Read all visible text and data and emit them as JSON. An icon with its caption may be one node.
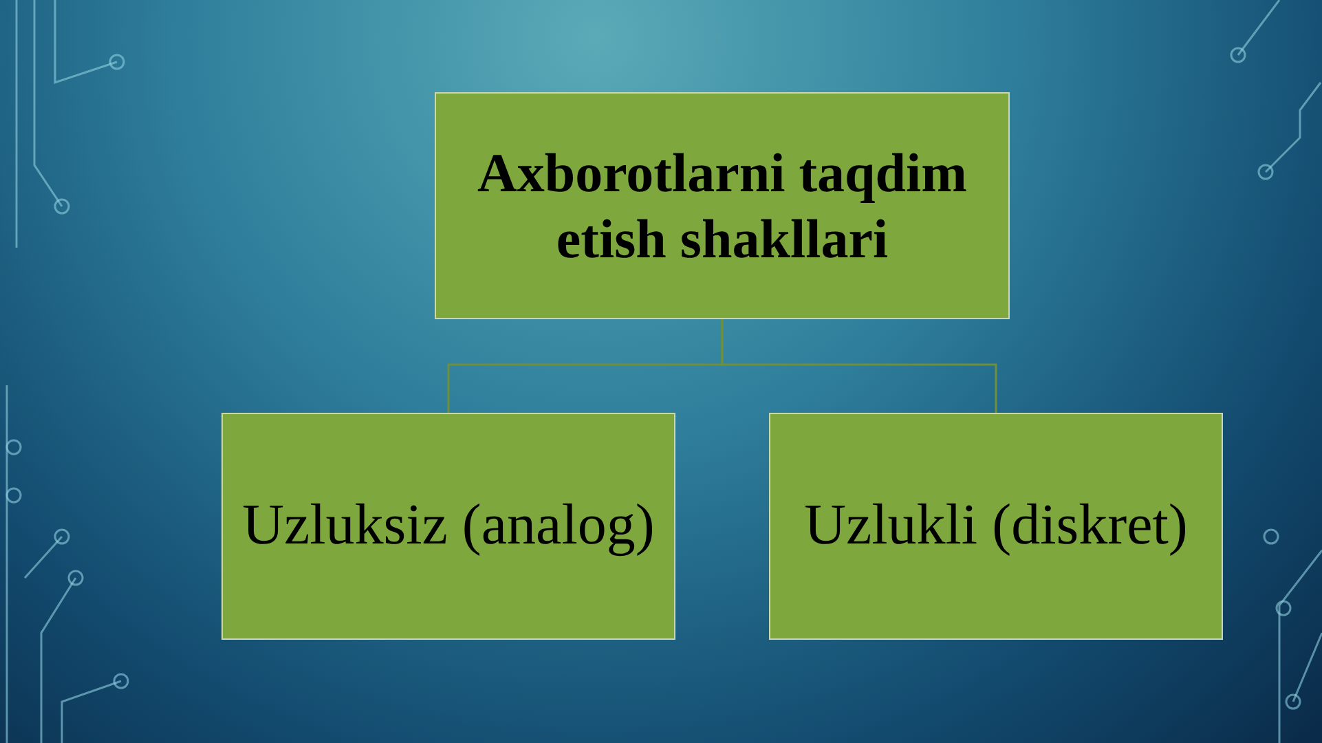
{
  "diagram": {
    "nodes": [
      {
        "text": [
          "Axborotlarni taqdim etish shakllari"
        ]
      },
      {
        "text": [
          "Uzluksiz (analog)"
        ]
      },
      {
        "text": [
          "Uzlukli (diskret)"
        ]
      }
    ],
    "edges": [
      {
        "from": 0,
        "to": 1,
        "arrow": "none"
      },
      {
        "from": 0,
        "to": 2,
        "arrow": "none"
      }
    ]
  }
}
